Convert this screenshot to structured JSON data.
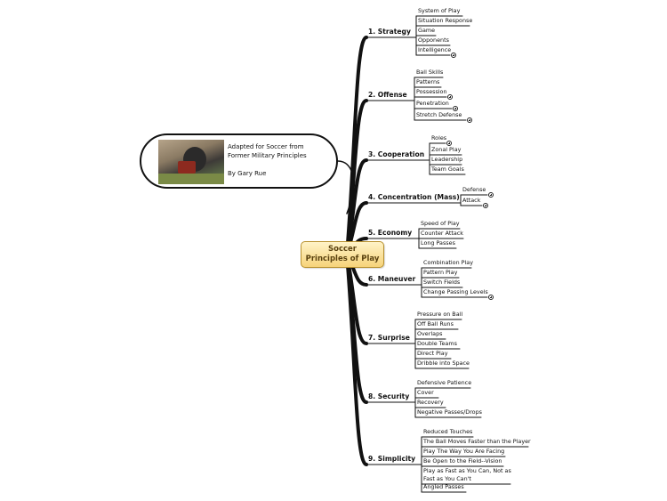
{
  "center": {
    "line1": "Soccer",
    "line2": "Principles of Play"
  },
  "callout": {
    "photo_icon": "gorilla-photo",
    "line1": "Adapted for Soccer from",
    "line2": "Former Military Principles",
    "line3": "By Gary Rue"
  },
  "branches": [
    {
      "label": "1. Strategy",
      "items": [
        {
          "text": "System of Play"
        },
        {
          "text": "Situation Response"
        },
        {
          "text": "Game"
        },
        {
          "text": "Opponents"
        },
        {
          "text": "Intelligence",
          "expand": true
        }
      ]
    },
    {
      "label": "2. Offense",
      "items": [
        {
          "text": "Ball Skills"
        },
        {
          "text": "Patterns"
        },
        {
          "text": "Possession",
          "expand": true
        },
        {
          "text": "Penetration",
          "expand": true
        },
        {
          "text": "Stretch Defense",
          "expand": true
        }
      ]
    },
    {
      "label": "3. Cooperation",
      "items": [
        {
          "text": "Roles",
          "expand": true
        },
        {
          "text": "Zonal Play"
        },
        {
          "text": "Leadership"
        },
        {
          "text": "Team Goals"
        }
      ]
    },
    {
      "label": "4. Concentration (Mass)",
      "items": [
        {
          "text": "Defense",
          "expand": true
        },
        {
          "text": "Attack",
          "expand": true
        }
      ]
    },
    {
      "label": "5. Economy",
      "items": [
        {
          "text": "Speed of Play"
        },
        {
          "text": "Counter Attack"
        },
        {
          "text": "Long Passes"
        }
      ]
    },
    {
      "label": "6. Maneuver",
      "items": [
        {
          "text": "Combination Play"
        },
        {
          "text": "Pattern Play"
        },
        {
          "text": "Switch Fields"
        },
        {
          "text": "Change Passing Levels",
          "expand": true
        }
      ]
    },
    {
      "label": "7. Surprise",
      "items": [
        {
          "text": "Pressure on Ball"
        },
        {
          "text": "Off Ball Runs"
        },
        {
          "text": "Overlaps"
        },
        {
          "text": "Double Teams"
        },
        {
          "text": "Direct Play"
        },
        {
          "text": "Dribble into Space"
        }
      ]
    },
    {
      "label": "8. Security",
      "items": [
        {
          "text": "Defensive Patience"
        },
        {
          "text": "Cover"
        },
        {
          "text": "Recovery"
        },
        {
          "text": "Negative Passes/Drops"
        }
      ]
    },
    {
      "label": "9. Simplicity",
      "items": [
        {
          "text": "Reduced Touches"
        },
        {
          "text": "The Ball Moves Faster than the Player"
        },
        {
          "text": "Play The Way You Are Facing"
        },
        {
          "text": "Be Open to the Field--Vision"
        },
        {
          "text": "Play as Fast as You Can, Not as",
          "text2": "Fast as You Can't"
        },
        {
          "text": "Angled Passes"
        }
      ]
    }
  ]
}
